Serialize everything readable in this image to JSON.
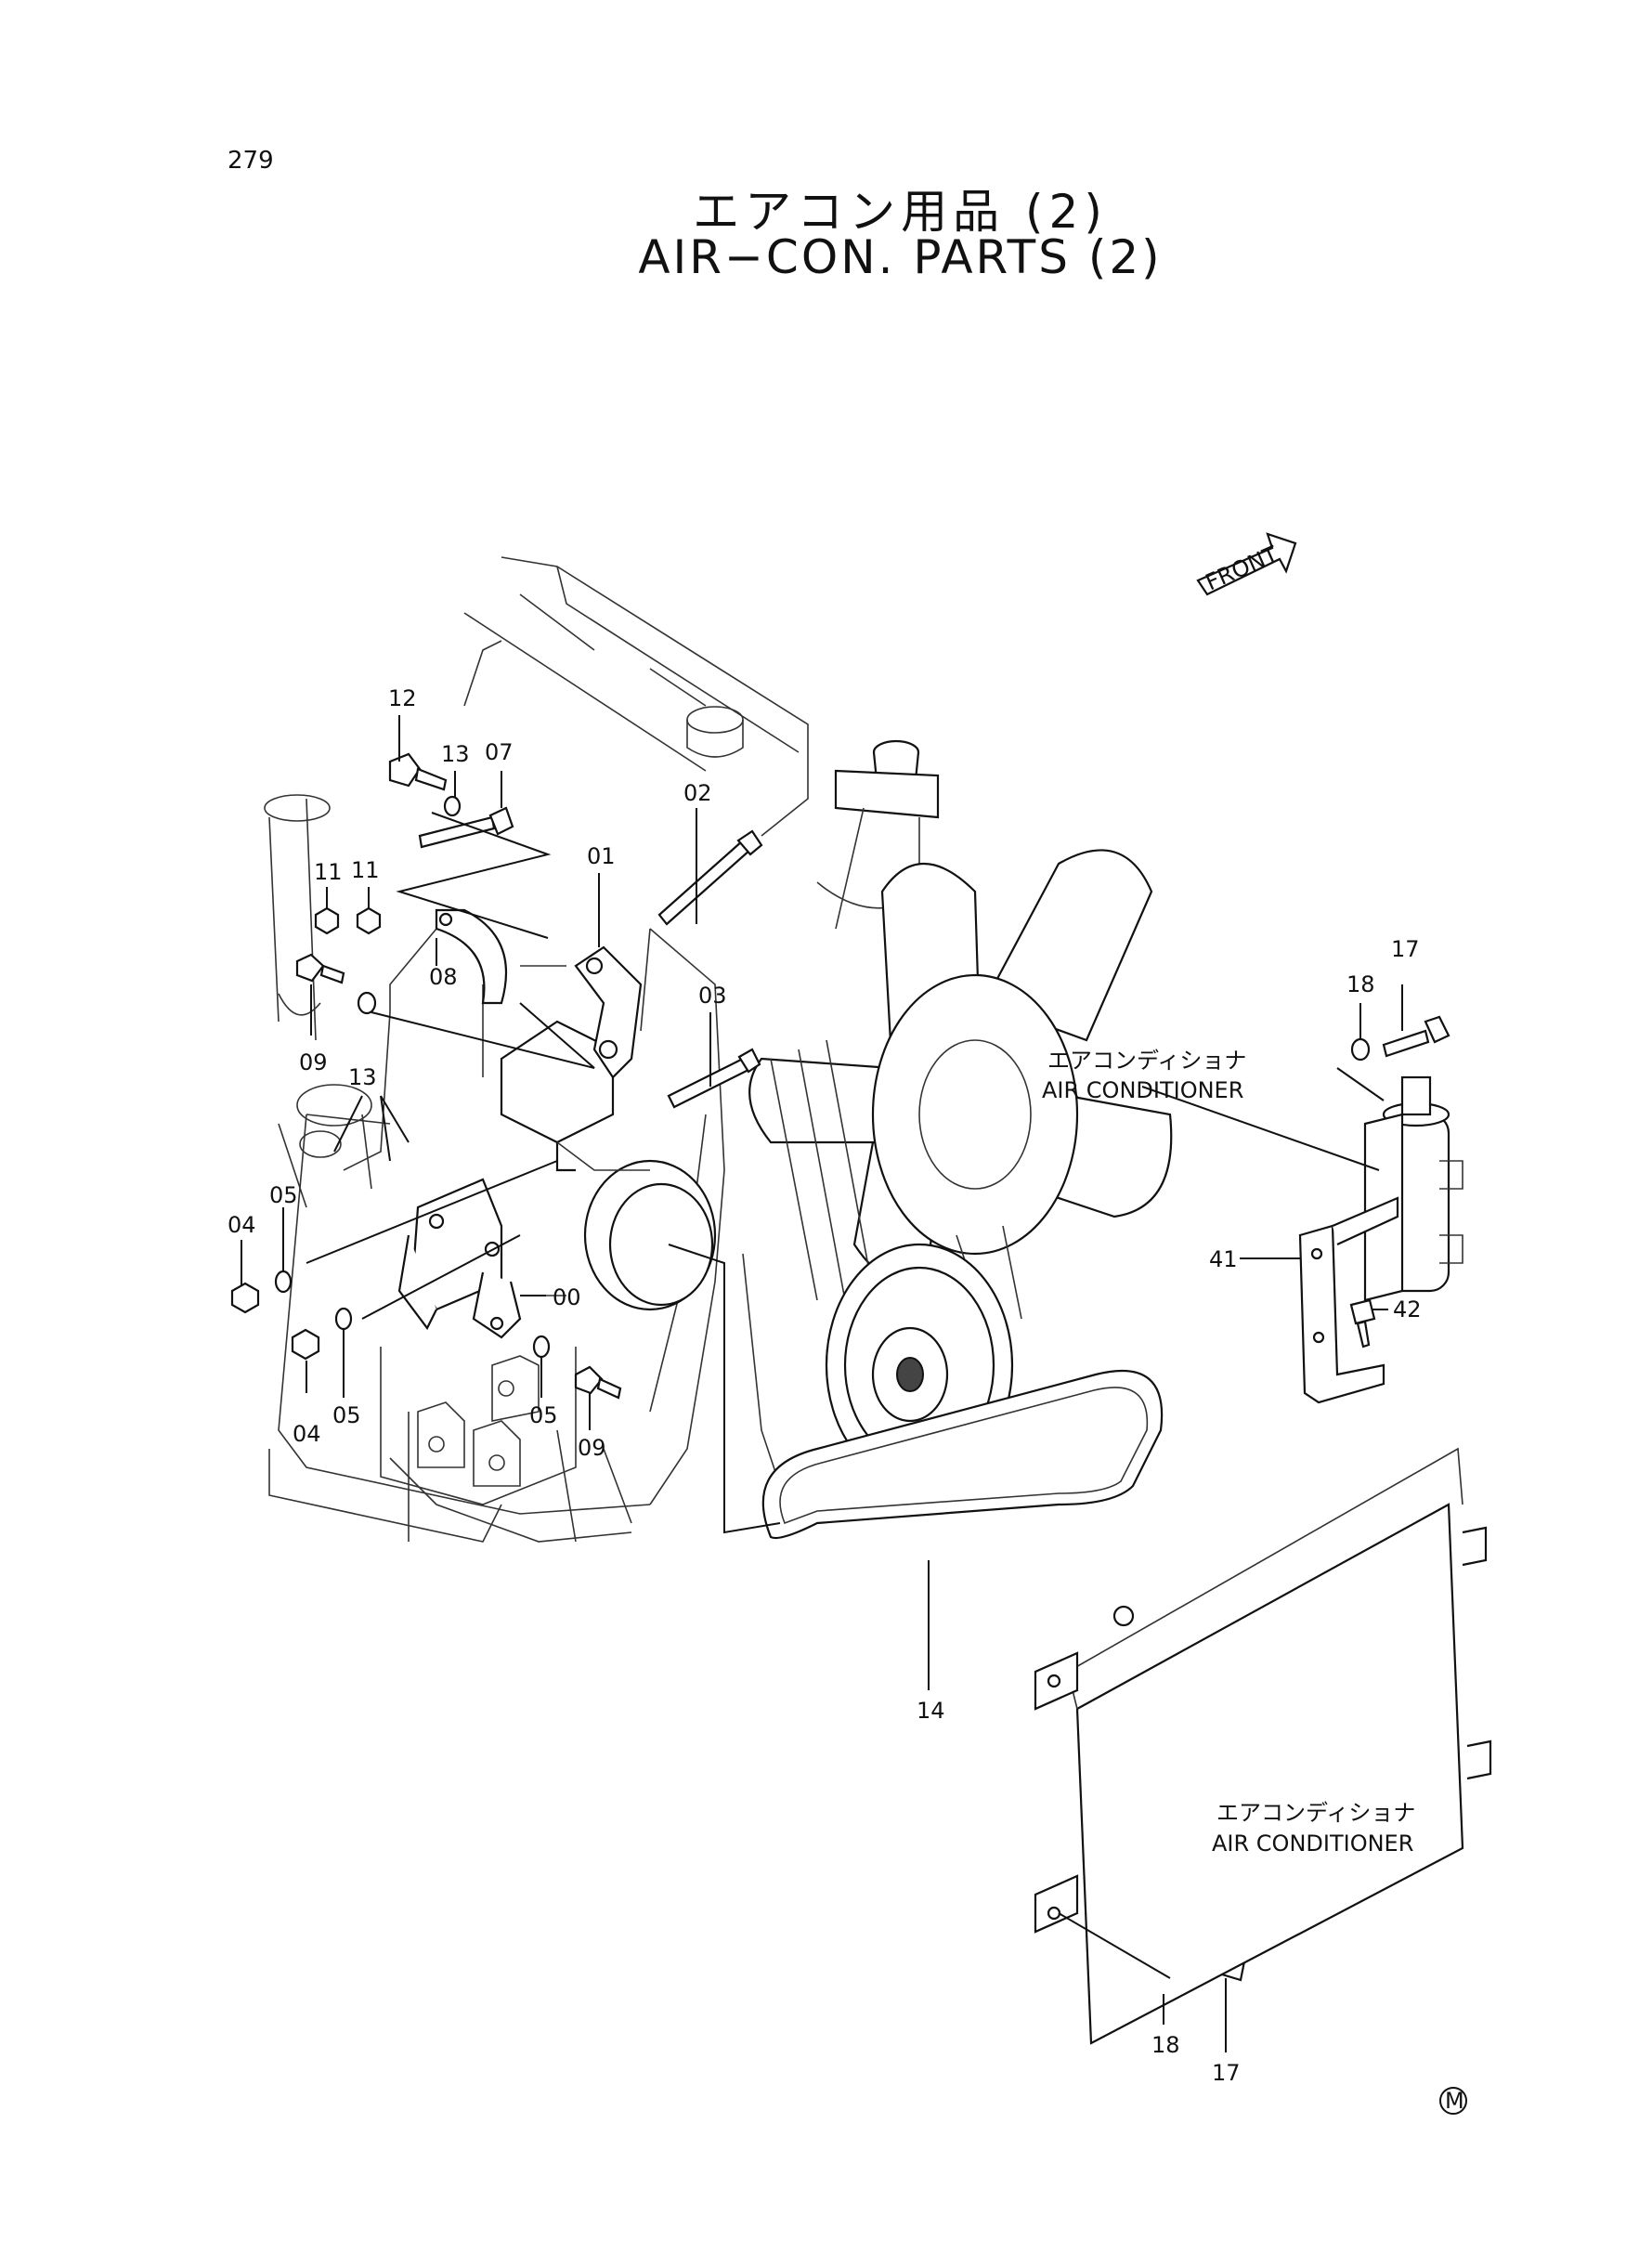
{
  "page": {
    "number": "279"
  },
  "title": {
    "japanese": "エアコン用品 (2)",
    "english": "AIR−CON. PARTS (2)"
  },
  "front_indicator": {
    "text": "FRONT",
    "icon": "arrow-icon"
  },
  "callouts": {
    "c00": "00",
    "c01": "01",
    "c02": "02",
    "c03": "03",
    "c04a": "04",
    "c04b": "04",
    "c05a": "05",
    "c05b": "05",
    "c05c": "05",
    "c07": "07",
    "c08": "08",
    "c09a": "09",
    "c09b": "09",
    "c11a": "11",
    "c11b": "11",
    "c12": "12",
    "c13a": "13",
    "c13b": "13",
    "c14": "14",
    "c17a": "17",
    "c17b": "17",
    "c18a": "18",
    "c18b": "18",
    "c41": "41",
    "c42": "42"
  },
  "part_names": {
    "receiver_ja": "エアコンディショナ",
    "receiver_en": "AIR CONDITIONER",
    "condenser_ja": "エアコンディショナ",
    "condenser_en": "AIR CONDITIONER"
  },
  "footer": {
    "mark": "M"
  }
}
